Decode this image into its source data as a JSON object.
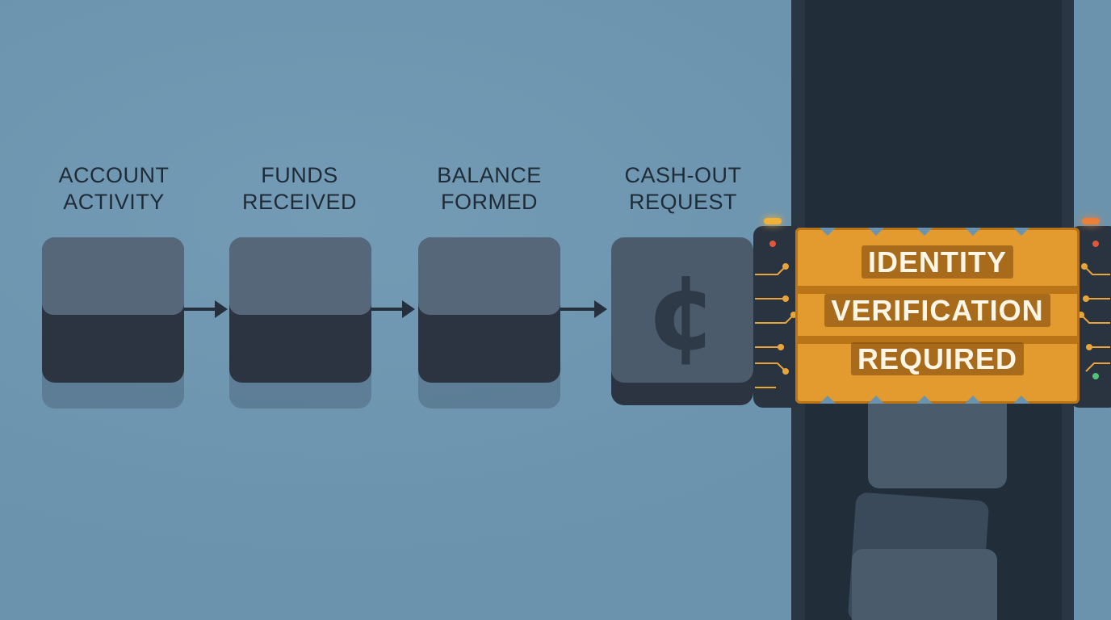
{
  "steps": [
    {
      "line1": "ACCOUNT",
      "line2": "ACTIVITY"
    },
    {
      "line1": "FUNDS",
      "line2": "RECEIVED"
    },
    {
      "line1": "BALANCE",
      "line2": "FORMED"
    },
    {
      "line1": "CASH-OUT",
      "line2": "REQUEST"
    }
  ],
  "cash_symbol": "¢",
  "gate": {
    "line1": "IDENTITY",
    "line2": "VERIFICATION",
    "line3": "REQUIRED"
  },
  "colors": {
    "background": "#6b93ad",
    "gate": "#e39a2e",
    "conveyor": "#222d3a"
  }
}
